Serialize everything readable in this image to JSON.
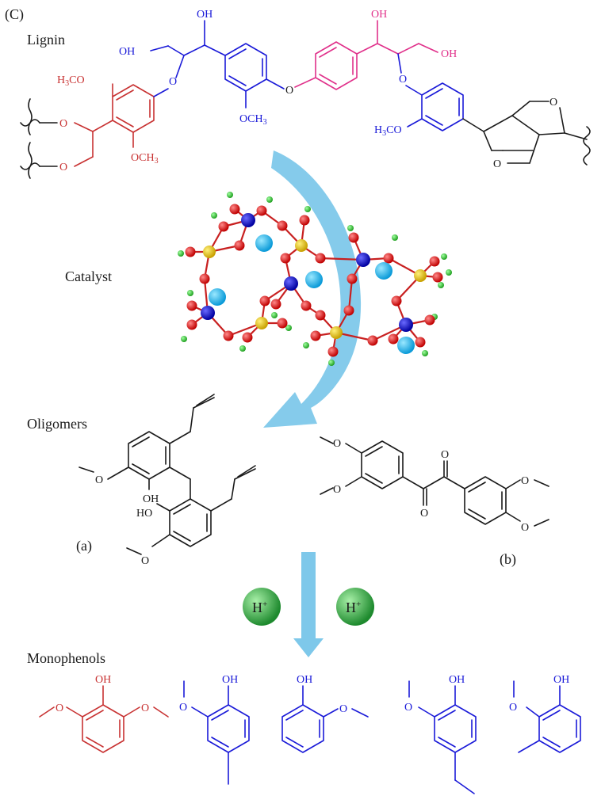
{
  "panel_label": "(C)",
  "sections": {
    "lignin": "Lignin",
    "catalyst": "Catalyst",
    "oligomers": "Oligomers",
    "monophenols": "Monophenols"
  },
  "oligomer_tags": {
    "a": "(a)",
    "b": "(b)"
  },
  "proton_label": "H",
  "proton_charge": "+",
  "atoms": {
    "OH": "OH",
    "HO": "HO",
    "O": "O",
    "H3CO_main": "H",
    "H3CO_sub": "3",
    "H3CO_tail": "CO",
    "OCH3_main": "OCH",
    "OCH3_sub": "3"
  },
  "colors": {
    "black": "#1a1a1a",
    "blue": "#1a1ad8",
    "red": "#c83232",
    "pink": "#e0308a",
    "arrow": "#7ec8ea",
    "proton_green": "#3cb043",
    "atom_red": "#e01010",
    "atom_yellow": "#e8c800",
    "atom_blue": "#1010c8",
    "atom_green": "#30d030",
    "atom_cyan": "#20b8e8"
  }
}
